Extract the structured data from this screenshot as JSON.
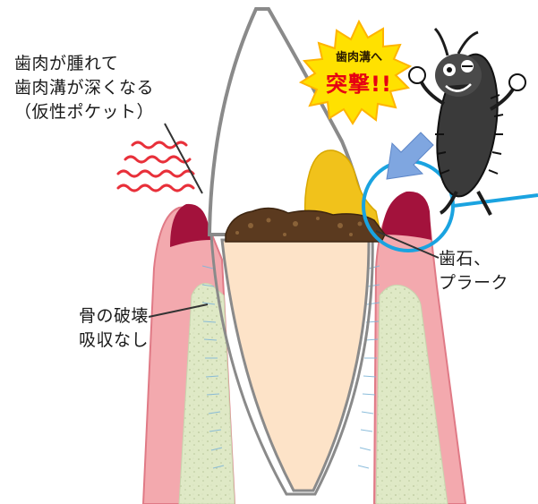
{
  "labels": {
    "gum_swelling": [
      "歯肉が腫れて",
      "歯肉溝が深くなる",
      "（仮性ポケット）"
    ],
    "calculus": [
      "歯石、",
      "プラーク"
    ],
    "bone": [
      "骨の破壊",
      "吸収なし"
    ]
  },
  "burst": {
    "line1": "歯肉溝へ",
    "line2": "突撃!!"
  },
  "icons": {
    "bacteria": "bacteria-mascot-icon",
    "arrow": "down-left-arrow-icon",
    "heat": "wavy-lines-icon"
  },
  "colors": {
    "gum": "#f3a9ae",
    "gum_dark": "#a3123c",
    "bone": "#dfe9c6",
    "tooth_root": "#fde3c8",
    "enamel": "#ffffff",
    "calculus": "#5b3a1f",
    "plaque": "#f1c21b",
    "highlight_circle": "#1aa3e0",
    "burst": "#ffe100",
    "burst_text": "#e60012"
  }
}
